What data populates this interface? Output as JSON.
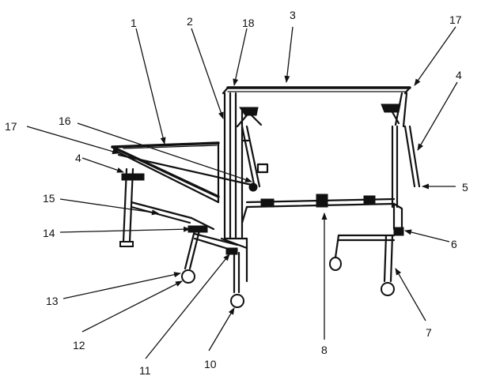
{
  "callouts": {
    "c1": "1",
    "c2": "2",
    "c3": "3",
    "c4a": "4",
    "c4b": "4",
    "c5": "5",
    "c6": "6",
    "c7": "7",
    "c8": "8",
    "c10": "10",
    "c11": "11",
    "c12": "12",
    "c13": "13",
    "c14": "14",
    "c15": "15",
    "c16": "16",
    "c17a": "17",
    "c17b": "17",
    "c18": "18"
  }
}
